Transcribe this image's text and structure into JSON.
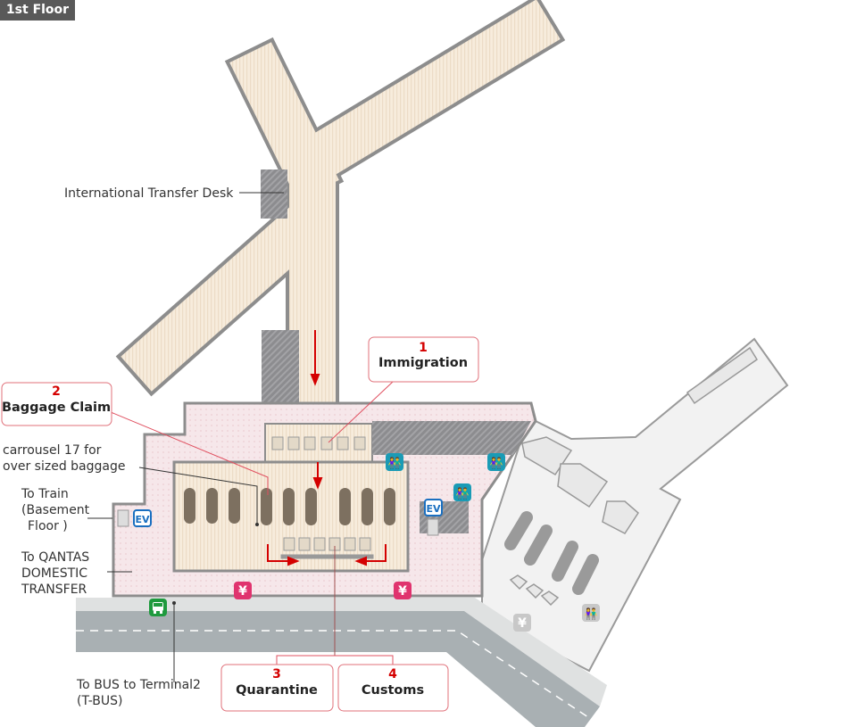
{
  "floor_label": "1st Floor",
  "labels": {
    "transfer_desk": "International Transfer Desk",
    "carrousel_line1": "carrousel 17 for",
    "carrousel_line2": "over sized baggage",
    "train_line1": "To Train",
    "train_line2": "(Basement",
    "train_line3": "Floor )",
    "qantas_line1": "To QANTAS",
    "qantas_line2": "DOMESTIC",
    "qantas_line3": "TRANSFER",
    "bus_line1": "To BUS to Terminal2",
    "bus_line2": "(T-BUS)"
  },
  "steps": [
    {
      "number": "1",
      "title": "Immigration"
    },
    {
      "number": "2",
      "title": "Baggage Claim"
    },
    {
      "number": "3",
      "title": "Quarantine"
    },
    {
      "number": "4",
      "title": "Customs"
    }
  ],
  "icons": {
    "ev": "EV",
    "yen": "¥"
  },
  "colors": {
    "accent_red": "#d40000",
    "toilet": "#1a9bb5",
    "ev": "#1a6fc0",
    "yen": "#e0336e",
    "bus": "#1f9a3e"
  }
}
